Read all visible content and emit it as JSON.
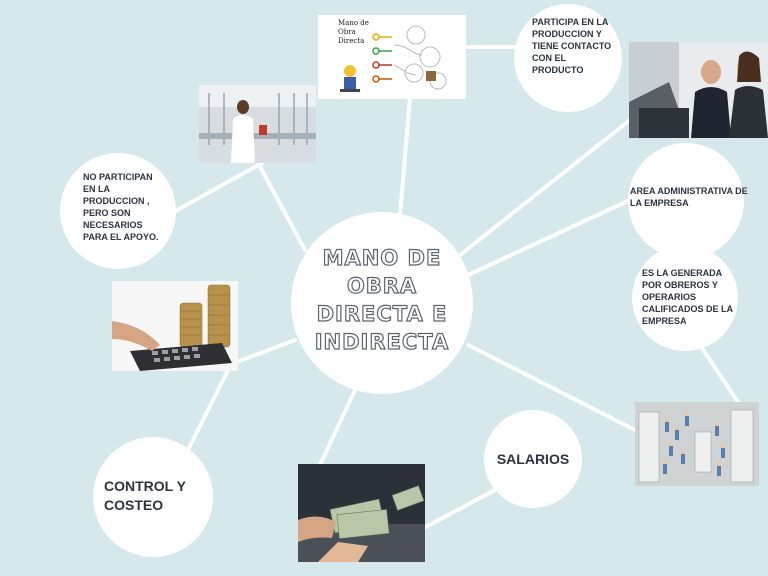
{
  "center": {
    "title": "MANO DE OBRA DIRECTA E INDIRECTA"
  },
  "nodes": {
    "participa": "PARTICIPA EN LA PRODUCCION Y TIENE CONTACTO CON EL PRODUCTO",
    "no_participan": "NO PARTICIPAN EN LA PRODUCCION , PERO SON NECESARIOS PARA EL APOYO.",
    "area_admin": "AREA ADMINISTRATIVA DE LA EMPRESA",
    "generada": "ES LA GENERADA POR OBREROS Y OPERARIOS CALIFICADOS DE LA EMPRESA",
    "salarios": "SALARIOS",
    "control": "CONTROL Y COSTEO"
  },
  "diagram_caption": [
    "Mano de",
    "Obra",
    "Directa"
  ],
  "colors": {
    "background": "#d5e8ec",
    "node": "#ffffff",
    "text": "#2c3440",
    "connector": "#ffffff"
  }
}
